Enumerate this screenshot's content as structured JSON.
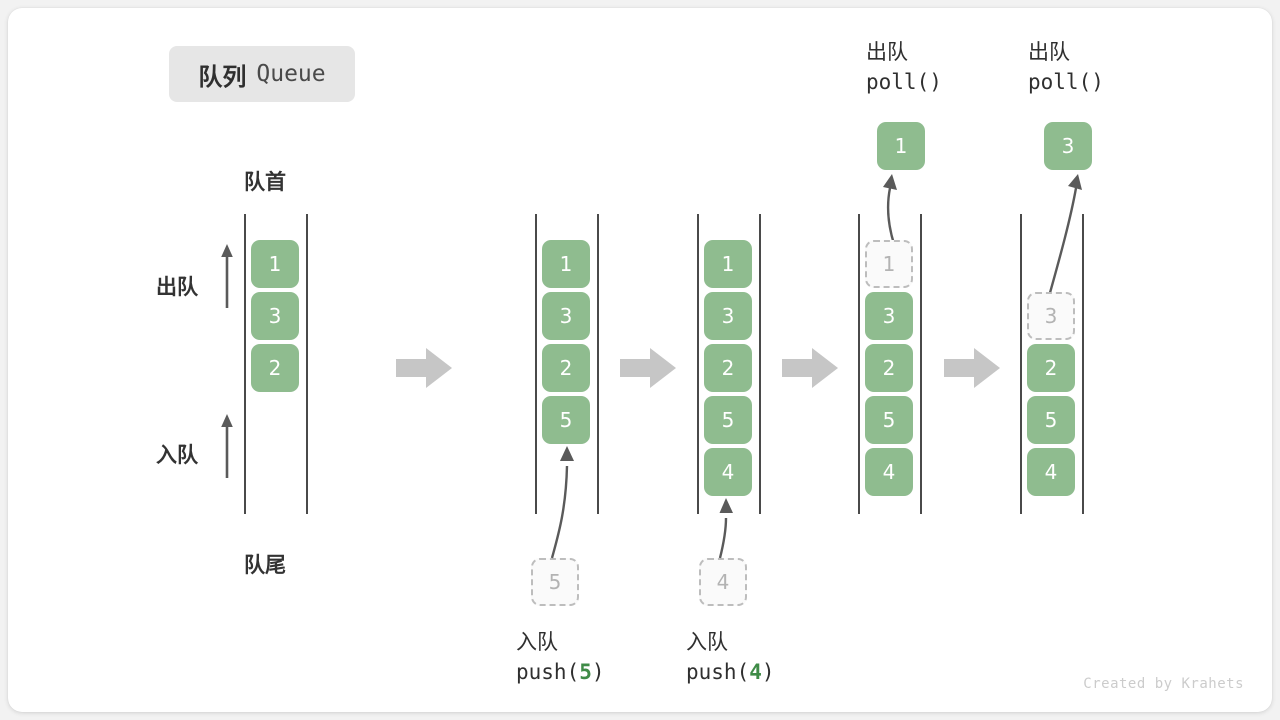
{
  "title": {
    "cn": "队列",
    "en": "Queue"
  },
  "labels": {
    "front": "队首",
    "rear": "队尾",
    "dequeue": "出队",
    "enqueue": "入队"
  },
  "credit": "Created by Krahets",
  "colors": {
    "element_green": "#8fbc8f",
    "element_text": "#ffffff",
    "ghost_fill": "#fafafa",
    "ghost_border": "#bdbdbd",
    "ghost_text": "#b3b3b3",
    "rail": "#4a4a4a",
    "arrow_gray": "#5a5a5a",
    "block_arrow": "#c6c6c6",
    "badge_bg": "#e6e6e6",
    "highlight_green": "#3f8b47",
    "credit_gray": "#cccccc"
  },
  "columns": [
    {
      "id": "initial",
      "cells": [
        {
          "value": "1",
          "state": "solid"
        },
        {
          "value": "3",
          "state": "solid"
        },
        {
          "value": "2",
          "state": "solid"
        }
      ],
      "side_labels": {
        "top": "队首",
        "bottom": "队尾",
        "upper_arrow": "出队",
        "lower_arrow": "入队"
      }
    },
    {
      "id": "after-push-5",
      "cells": [
        {
          "value": "1",
          "state": "solid"
        },
        {
          "value": "3",
          "state": "solid"
        },
        {
          "value": "2",
          "state": "solid"
        },
        {
          "value": "5",
          "state": "solid"
        }
      ],
      "incoming": {
        "value": "5",
        "state": "ghost"
      },
      "caption_cn": "入队",
      "caption_code_prefix": "push(",
      "caption_code_arg": "5",
      "caption_code_suffix": ")"
    },
    {
      "id": "after-push-4",
      "cells": [
        {
          "value": "1",
          "state": "solid"
        },
        {
          "value": "3",
          "state": "solid"
        },
        {
          "value": "2",
          "state": "solid"
        },
        {
          "value": "5",
          "state": "solid"
        },
        {
          "value": "4",
          "state": "solid"
        }
      ],
      "incoming": {
        "value": "4",
        "state": "ghost"
      },
      "caption_cn": "入队",
      "caption_code_prefix": "push(",
      "caption_code_arg": "4",
      "caption_code_suffix": ")"
    },
    {
      "id": "after-poll-1",
      "cells": [
        {
          "value": "1",
          "state": "ghost"
        },
        {
          "value": "3",
          "state": "solid"
        },
        {
          "value": "2",
          "state": "solid"
        },
        {
          "value": "5",
          "state": "solid"
        },
        {
          "value": "4",
          "state": "solid"
        }
      ],
      "outgoing": {
        "value": "1",
        "state": "solid"
      },
      "caption_cn": "出队",
      "caption_code": "poll()"
    },
    {
      "id": "after-poll-3",
      "cells": [
        {
          "value": "",
          "state": "empty"
        },
        {
          "value": "3",
          "state": "ghost"
        },
        {
          "value": "2",
          "state": "solid"
        },
        {
          "value": "5",
          "state": "solid"
        },
        {
          "value": "4",
          "state": "solid"
        }
      ],
      "outgoing": {
        "value": "3",
        "state": "solid"
      },
      "caption_cn": "出队",
      "caption_code": "poll()"
    }
  ],
  "transitions": [
    {
      "id": "t1",
      "icon": "right-block-arrow"
    },
    {
      "id": "t2",
      "icon": "right-block-arrow"
    },
    {
      "id": "t3",
      "icon": "right-block-arrow"
    },
    {
      "id": "t4",
      "icon": "right-block-arrow"
    }
  ]
}
